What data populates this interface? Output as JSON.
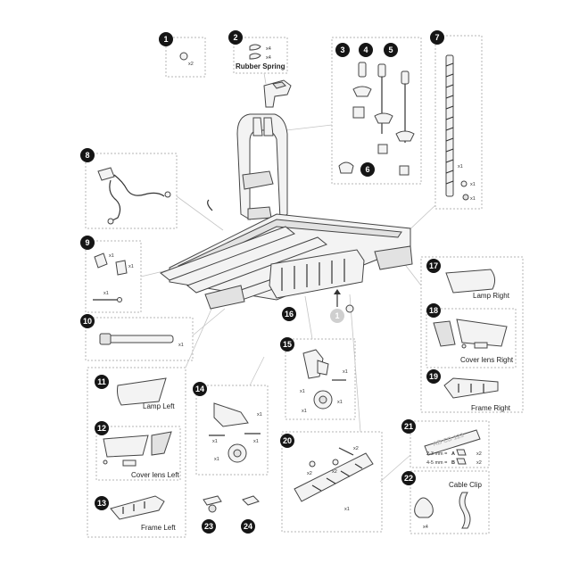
{
  "badges": [
    "1",
    "2",
    "3",
    "4",
    "5",
    "6",
    "7",
    "8",
    "9",
    "10",
    "11",
    "12",
    "13",
    "14",
    "15",
    "16",
    "17",
    "18",
    "19",
    "20",
    "21",
    "22",
    "23",
    "24"
  ],
  "labels": {
    "rubber_spring": "Rubber Spring",
    "lamp_left": "Lamp Left",
    "cover_lens_left": "Cover lens Left",
    "frame_left": "Frame Left",
    "lamp_right": "Lamp Right",
    "cover_lens_right": "Cover lens Right",
    "frame_right": "Frame Right",
    "cable_clip": "Cable Clip"
  },
  "quantities": {
    "x1": "x1",
    "x2": "x2",
    "x4": "x4"
  },
  "plate_range": {
    "small": "2-3 mm =",
    "large": "4-5 mm =",
    "a": "A",
    "b": "B"
  },
  "plate_text": "AB CD 123"
}
